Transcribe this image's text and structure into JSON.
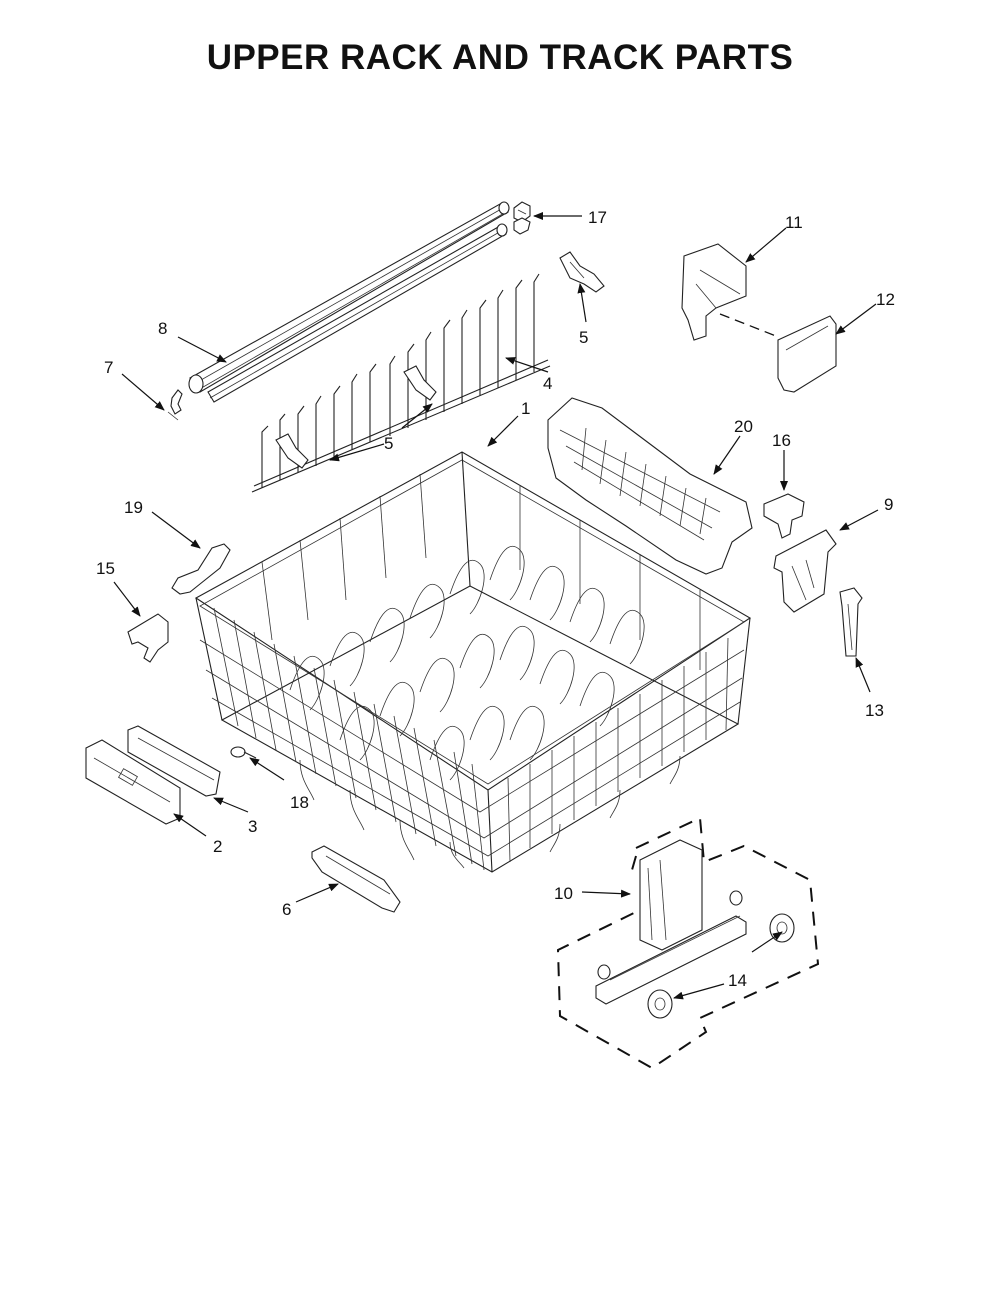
{
  "title": "UPPER RACK AND TRACK PARTS",
  "callouts": [
    {
      "id": "c1",
      "text": "1"
    },
    {
      "id": "c2",
      "text": "2"
    },
    {
      "id": "c3",
      "text": "3"
    },
    {
      "id": "c4",
      "text": "4"
    },
    {
      "id": "c5a",
      "text": "5"
    },
    {
      "id": "c5b",
      "text": "5"
    },
    {
      "id": "c6",
      "text": "6"
    },
    {
      "id": "c7",
      "text": "7"
    },
    {
      "id": "c8",
      "text": "8"
    },
    {
      "id": "c9",
      "text": "9"
    },
    {
      "id": "c10",
      "text": "10"
    },
    {
      "id": "c11",
      "text": "11"
    },
    {
      "id": "c12",
      "text": "12"
    },
    {
      "id": "c13",
      "text": "13"
    },
    {
      "id": "c14",
      "text": "14"
    },
    {
      "id": "c15",
      "text": "15"
    },
    {
      "id": "c16",
      "text": "16"
    },
    {
      "id": "c17",
      "text": "17"
    },
    {
      "id": "c18",
      "text": "18"
    },
    {
      "id": "c19",
      "text": "19"
    },
    {
      "id": "c20",
      "text": "20"
    }
  ]
}
